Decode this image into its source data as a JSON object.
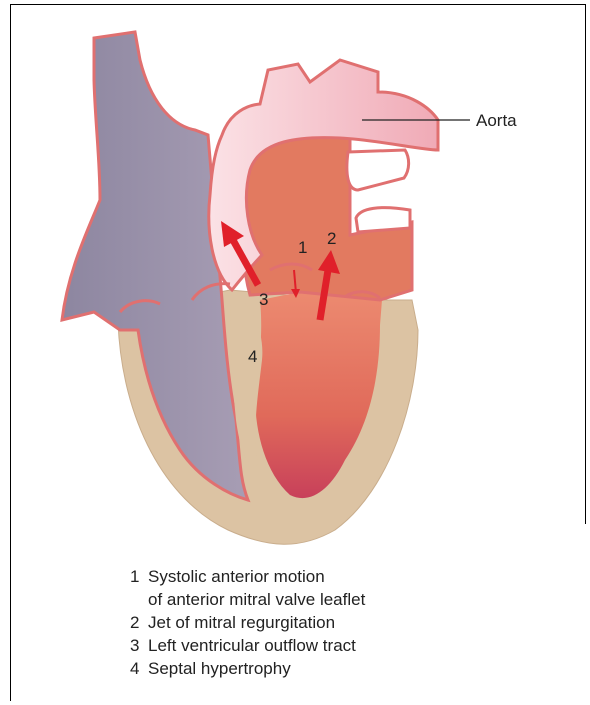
{
  "labels": {
    "aorta": "Aorta",
    "n1": "1",
    "n2": "2",
    "n3": "3",
    "n4": "4"
  },
  "legend": [
    {
      "num": "1",
      "text": "Systolic anterior motion"
    },
    {
      "num": "",
      "text": "of anterior mitral valve leaflet"
    },
    {
      "num": "2",
      "text": "Jet of mitral regurgitation"
    },
    {
      "num": "3",
      "text": "Left ventricular outflow tract"
    },
    {
      "num": "4",
      "text": "Septal hypertrophy"
    }
  ],
  "colors": {
    "vein": "#9a90a8",
    "vein_outline": "#e07070",
    "aorta_light": "#f4c4cc",
    "ventricle": "#e0705e",
    "muscle": "#dcc2a2",
    "arrow": "#e0202a"
  }
}
